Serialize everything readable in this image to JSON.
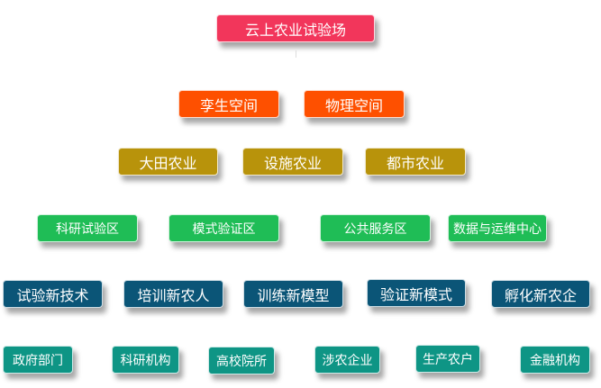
{
  "root": "云上农业试验场",
  "spaces": [
    "孪生空间",
    "物理空间"
  ],
  "agriculture": [
    "大田农业",
    "设施农业",
    "都市农业"
  ],
  "zones": [
    "科研试验区",
    "模式验证区",
    "公共服务区",
    "数据与运维中心"
  ],
  "functions": [
    "试验新技术",
    "培训新农人",
    "训练新模型",
    "验证新模式",
    "孵化新农企"
  ],
  "participants": [
    "政府部门",
    "科研机构",
    "高校院所",
    "涉农企业",
    "生产农户",
    "金融机构"
  ],
  "colors": {
    "root": "#f2365b",
    "spaces": "#fe5000",
    "agriculture": "#b8930b",
    "zones": "#1fbd56",
    "functions": "#0b5577",
    "participants": "#0e9585"
  }
}
